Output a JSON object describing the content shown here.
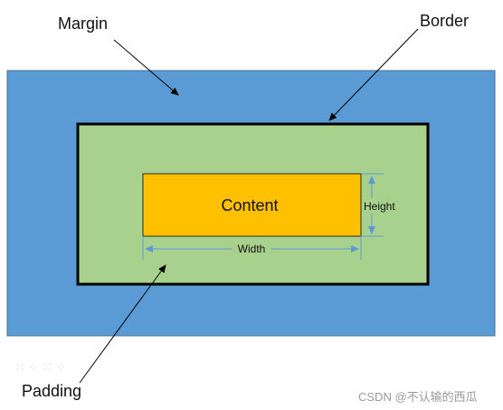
{
  "labels": {
    "margin": "Margin",
    "border": "Border",
    "padding": "Padding",
    "content": "Content",
    "height": "Height",
    "width": "Width"
  },
  "watermark": "CSDN @不认输的西瓜",
  "colors": {
    "margin": "#5b9bd5",
    "padding": "#a9d18e",
    "border": "#000000",
    "content": "#ffc000",
    "dimension_arrow": "#5b9bd5",
    "annotation_arrow": "#000000"
  }
}
